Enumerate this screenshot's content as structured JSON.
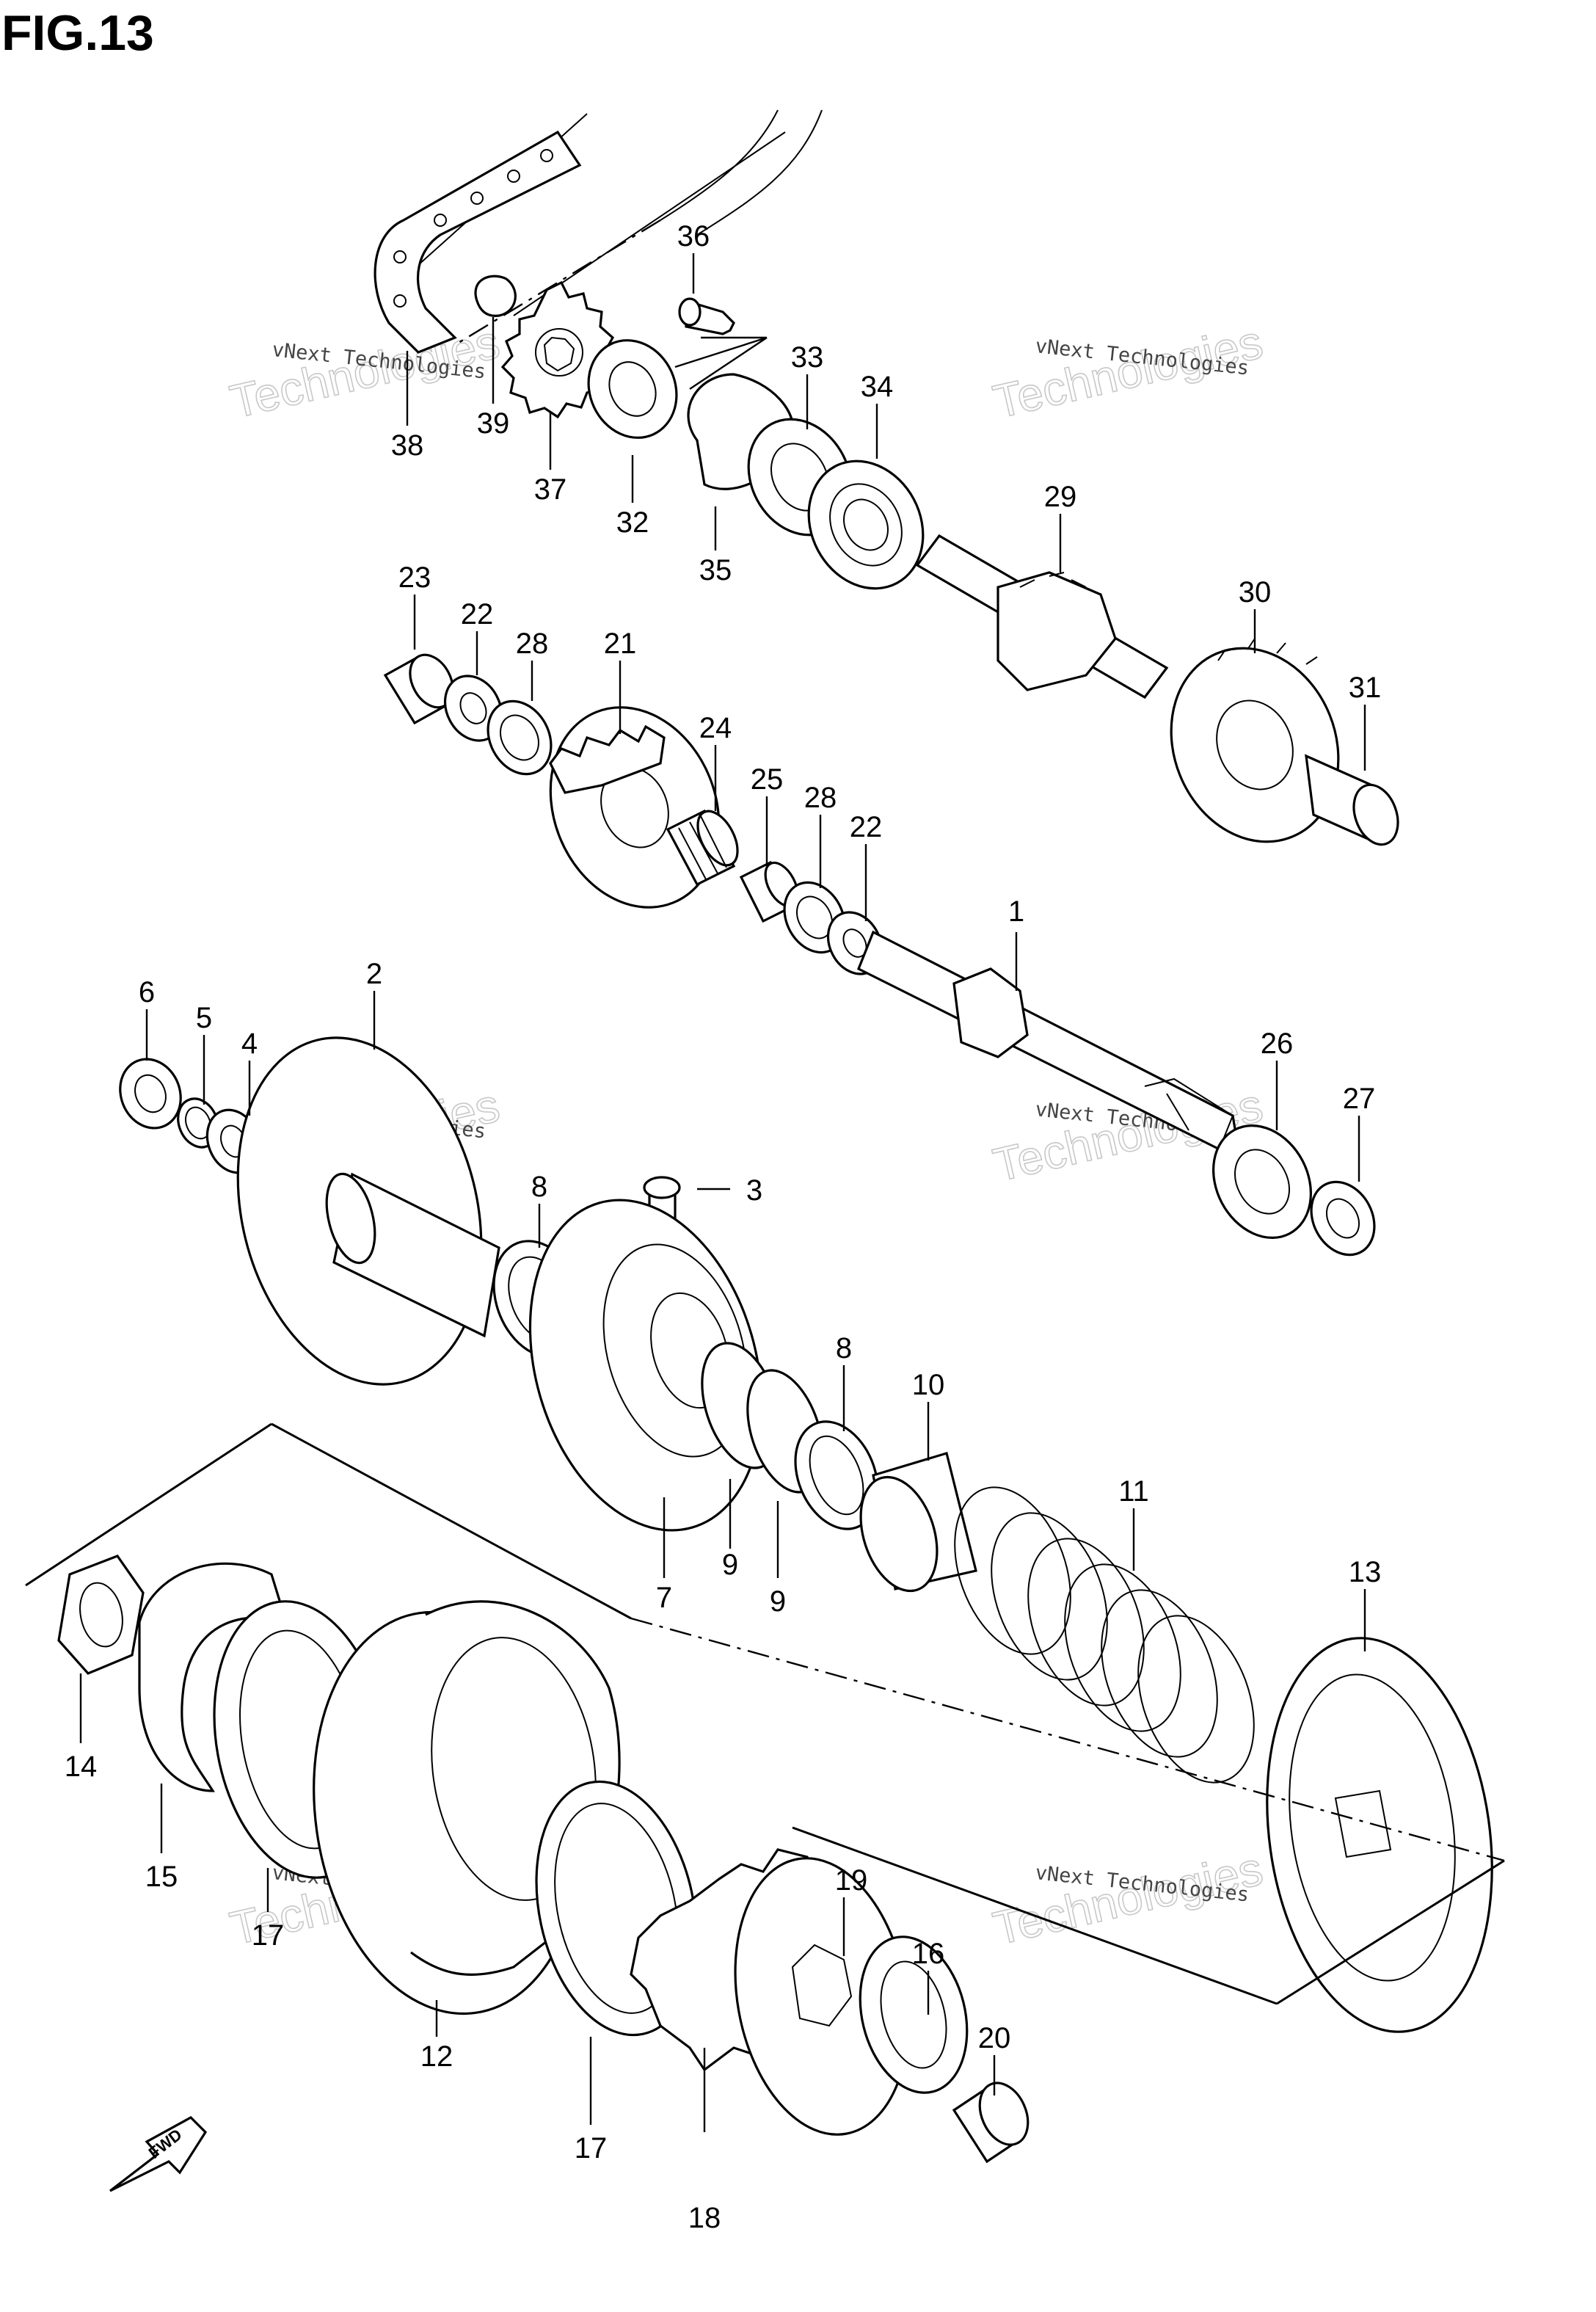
{
  "figure": {
    "title": "FIG.13"
  },
  "watermark": {
    "line1": "vNext Technologies",
    "line2": "Technologies"
  },
  "fwd_label": "FWD",
  "callouts": [
    "1",
    "2",
    "3",
    "4",
    "5",
    "6",
    "7",
    "8",
    "8",
    "9",
    "9",
    "10",
    "11",
    "12",
    "13",
    "14",
    "15",
    "16",
    "17",
    "17",
    "18",
    "19",
    "20",
    "21",
    "22",
    "22",
    "23",
    "24",
    "25",
    "26",
    "27",
    "28",
    "28",
    "29",
    "30",
    "31",
    "32",
    "33",
    "34",
    "35",
    "36",
    "37",
    "38",
    "39"
  ]
}
